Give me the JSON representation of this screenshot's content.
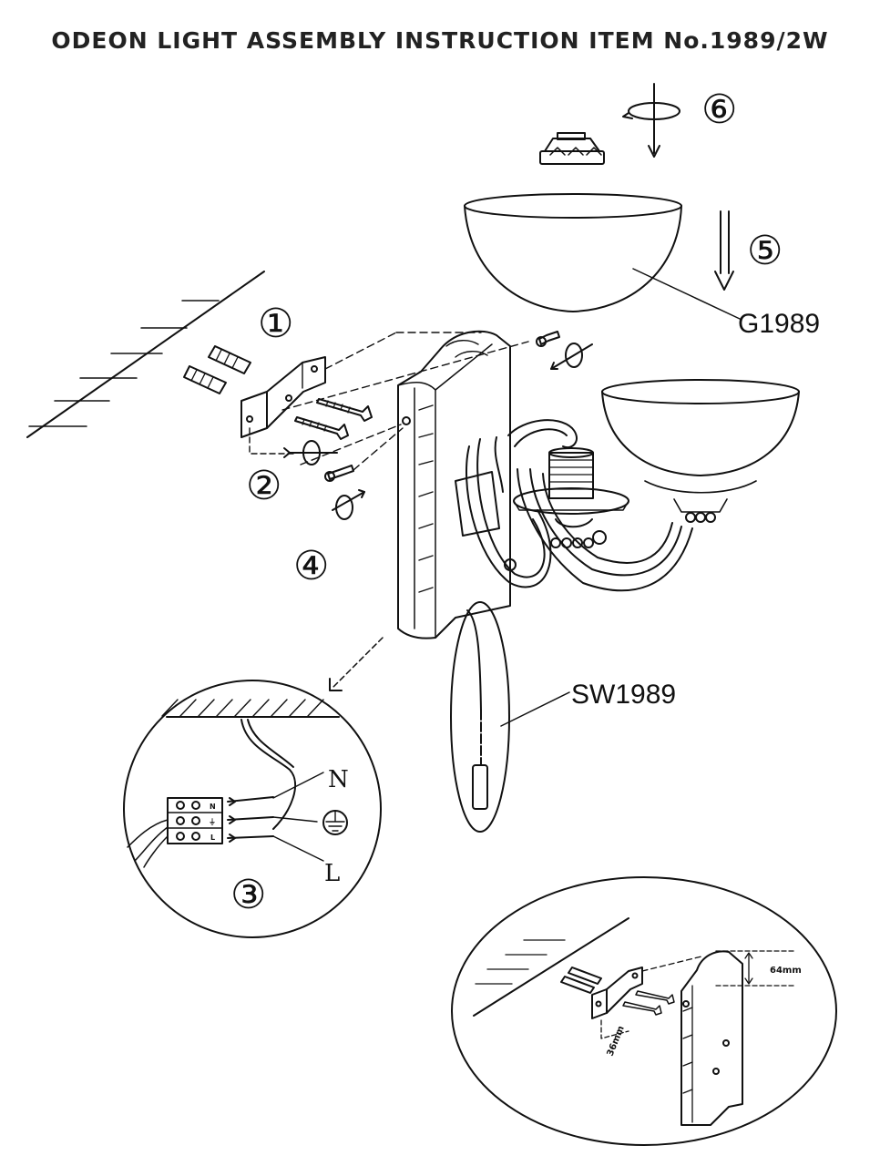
{
  "document": {
    "title": "ODEON LIGHT ASSEMBLY INSTRUCTION ITEM No.1989/2W"
  },
  "steps": [
    "①",
    "②",
    "③",
    "④",
    "⑤",
    "⑥"
  ],
  "parts": {
    "glass_shade": "G1989",
    "wall_sconce": "SW1989"
  },
  "wiring": {
    "neutral": "N",
    "live": "L",
    "terminal_labels": [
      "N",
      "⏚",
      "L"
    ]
  },
  "dimensions": {
    "bracket_spacing": "64mm",
    "hole_spacing": "36mm"
  }
}
